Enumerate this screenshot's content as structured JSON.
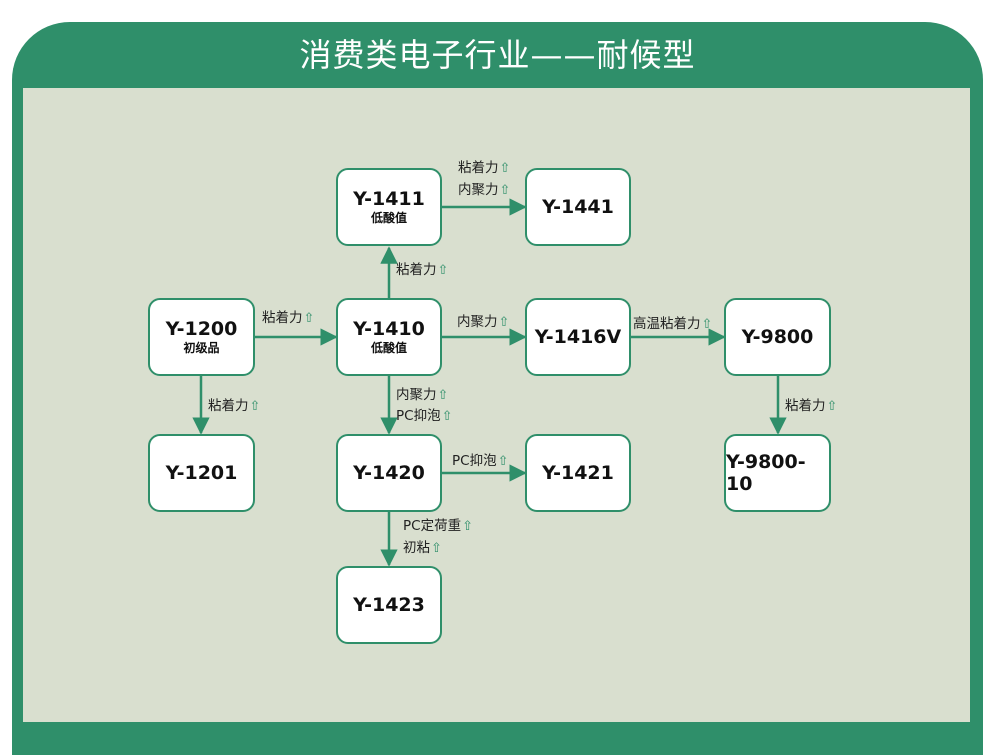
{
  "title": "消费类电子行业——耐候型",
  "nodes": {
    "y1200": {
      "name": "Y-1200",
      "sub": "初级品"
    },
    "y1410": {
      "name": "Y-1410",
      "sub": "低酸值"
    },
    "y1411": {
      "name": "Y-1411",
      "sub": "低酸值"
    },
    "y1441": {
      "name": "Y-1441"
    },
    "y1416v": {
      "name": "Y-1416V"
    },
    "y9800": {
      "name": "Y-9800"
    },
    "y1201": {
      "name": "Y-1201"
    },
    "y1420": {
      "name": "Y-1420"
    },
    "y1421": {
      "name": "Y-1421"
    },
    "y1423": {
      "name": "Y-1423"
    },
    "y980010": {
      "name": "Y-9800-10"
    }
  },
  "labels": {
    "l1200_1410": "粘着力",
    "l1410_1411": "粘着力",
    "l1411_1441a": "粘着力",
    "l1411_1441b": "内聚力",
    "l1410_1416": "内聚力",
    "l1416_9800": "高温粘着力",
    "l1200_1201": "粘着力",
    "l1410_1420a": "内聚力",
    "l1410_1420b": "PC抑泡",
    "l1420_1421": "PC抑泡",
    "l1420_1423a": "PC定荷重",
    "l1420_1423b": "初粘",
    "l9800_980010": "粘着力"
  },
  "colors": {
    "accent": "#2f8f6a",
    "panel": "#d9dfcf"
  },
  "icons": {
    "increase": "up-arrow-icon"
  }
}
